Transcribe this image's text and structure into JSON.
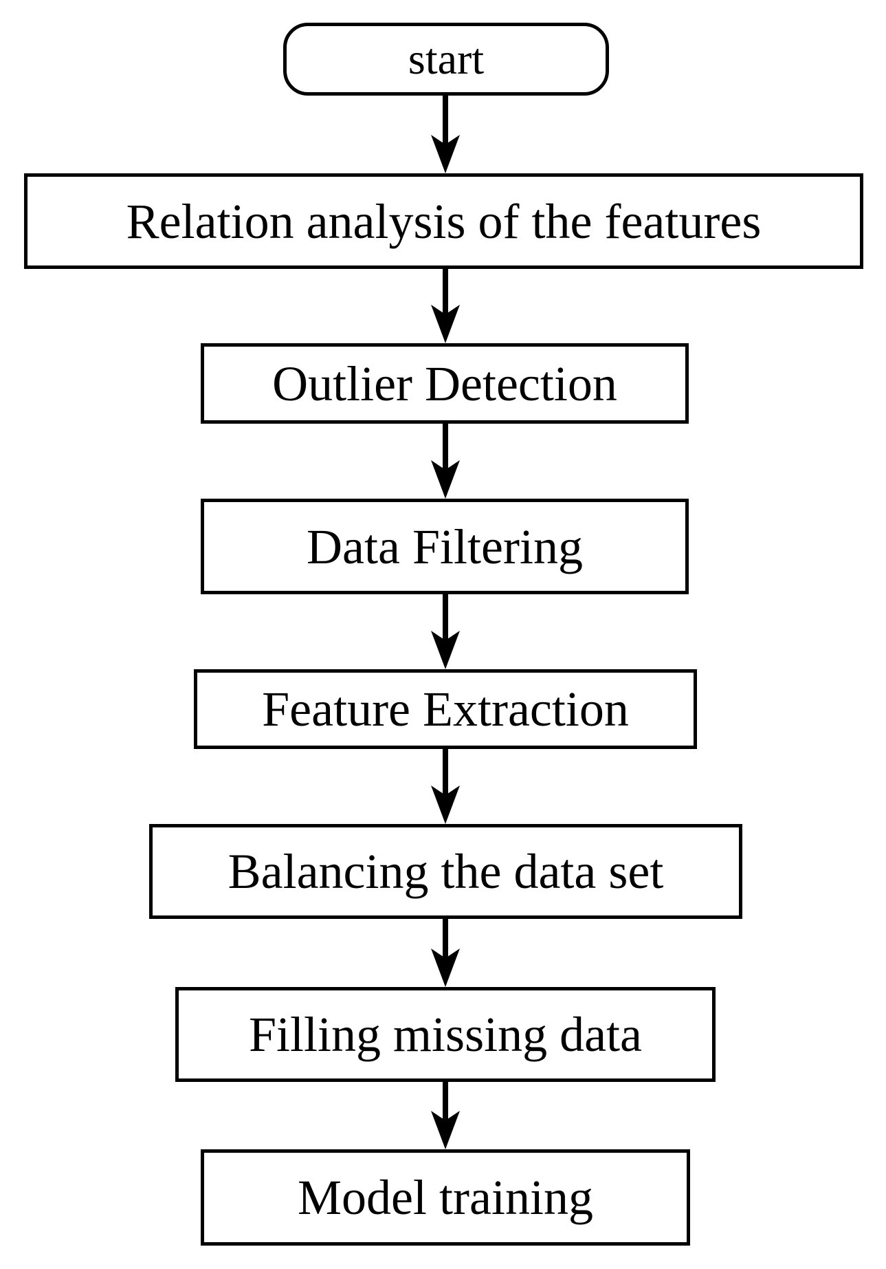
{
  "diagram": {
    "type": "flowchart",
    "direction": "top-down",
    "nodes": [
      {
        "id": "start",
        "label": "start",
        "shape": "terminator"
      },
      {
        "id": "relation",
        "label": "Relation analysis of the features",
        "shape": "process"
      },
      {
        "id": "outlier",
        "label": "Outlier Detection",
        "shape": "process"
      },
      {
        "id": "filtering",
        "label": "Data Filtering",
        "shape": "process"
      },
      {
        "id": "extraction",
        "label": "Feature Extraction",
        "shape": "process"
      },
      {
        "id": "balancing",
        "label": "Balancing the data set",
        "shape": "process"
      },
      {
        "id": "missing",
        "label": "Filling missing data",
        "shape": "process"
      },
      {
        "id": "training",
        "label": "Model training",
        "shape": "process"
      }
    ],
    "edges": [
      {
        "from": "start",
        "to": "relation",
        "style": "arrow-down"
      },
      {
        "from": "relation",
        "to": "outlier",
        "style": "arrow-down"
      },
      {
        "from": "outlier",
        "to": "filtering",
        "style": "arrow-down"
      },
      {
        "from": "filtering",
        "to": "extraction",
        "style": "arrow-down"
      },
      {
        "from": "extraction",
        "to": "balancing",
        "style": "arrow-down"
      },
      {
        "from": "balancing",
        "to": "missing",
        "style": "arrow-down"
      },
      {
        "from": "missing",
        "to": "training",
        "style": "arrow-down"
      }
    ],
    "colors": {
      "stroke": "#000000",
      "node_fill": "#ffffff",
      "background": "#ffffff",
      "text": "#000000"
    }
  }
}
